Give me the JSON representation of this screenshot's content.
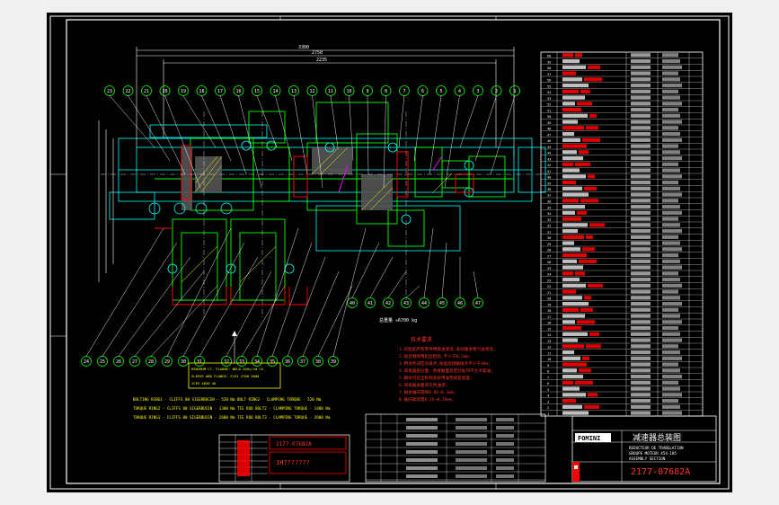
{
  "drawing": {
    "title_cn": "减速器总装图",
    "drawing_number": "2177-07682A",
    "company": "FOMINI",
    "stamp_text": "1H???????",
    "weight_note": "总重量 ≈6700 kg",
    "tech_req_title": "技术要求",
    "tech_requirements": [
      "1.装配前所有零件用煤油清洗,滚动轴承用汽油清洗;",
      "2.啮合侧隙用铅丝检验,不小于0.2mm;",
      "3.用涂色法检验斑点,按齿高接触斑点不少于40%;",
      "4.减速器剖分面、各接触面及密封处均不允许漏油;",
      "5.箱体内装全损耗系统用油至规定高度;",
      "6.减速器表面涂灰色油漆;",
      "7.轴承轴向游隙0.05~0.1mm;",
      "8.轴向窜动量0.15~0.25mm。"
    ],
    "flange_note_box": [
      "MINIMUM LT. FLANGE: WELD 20ks/cm CS",
      "SLEEVE AND FLANGE: FLEX 2700 5600",
      "      ICES 4650 46"
    ],
    "spec_lines": [
      "BOLTING RING1 - CLIFFS 80 SIGERBUCEN - 520 Nm     BOLT RING2 - CLAMPING TORQUE - 520 Nm",
      "TORQUE RING2 - CLIFFS 80 SIGERBUCEN - 1300 Nm     TIE ROD BOLT2 - CLAMPING TORQUE - 1400 Nm",
      "TORQUE RING3 - CLIFFS 80 SIGERBUCEN - 2600 Nm     TIE ROD BOLT3 - CLAMPING TORQUE - 2600 Nm"
    ],
    "title_block_rows": [
      "REDUCTEUR DE TRANSLATION",
      "GROUPE MOTEUR 454-185",
      "ASSEMBLY SECTION"
    ],
    "bom_rows": 60,
    "balloons_top": [
      "23",
      "22",
      "21",
      "20",
      "19",
      "18",
      "17",
      "16",
      "15",
      "14",
      "13",
      "12",
      "11",
      "10",
      "9",
      "8",
      "7",
      "6",
      "5",
      "4",
      "3",
      "2",
      "1"
    ],
    "balloons_bottom": [
      "24",
      "25",
      "26",
      "27",
      "28",
      "29",
      "30",
      "31",
      "32",
      "33",
      "34",
      "35",
      "36",
      "37",
      "38",
      "39",
      "40",
      "41",
      "42",
      "43",
      "44",
      "45",
      "46",
      "47"
    ]
  }
}
